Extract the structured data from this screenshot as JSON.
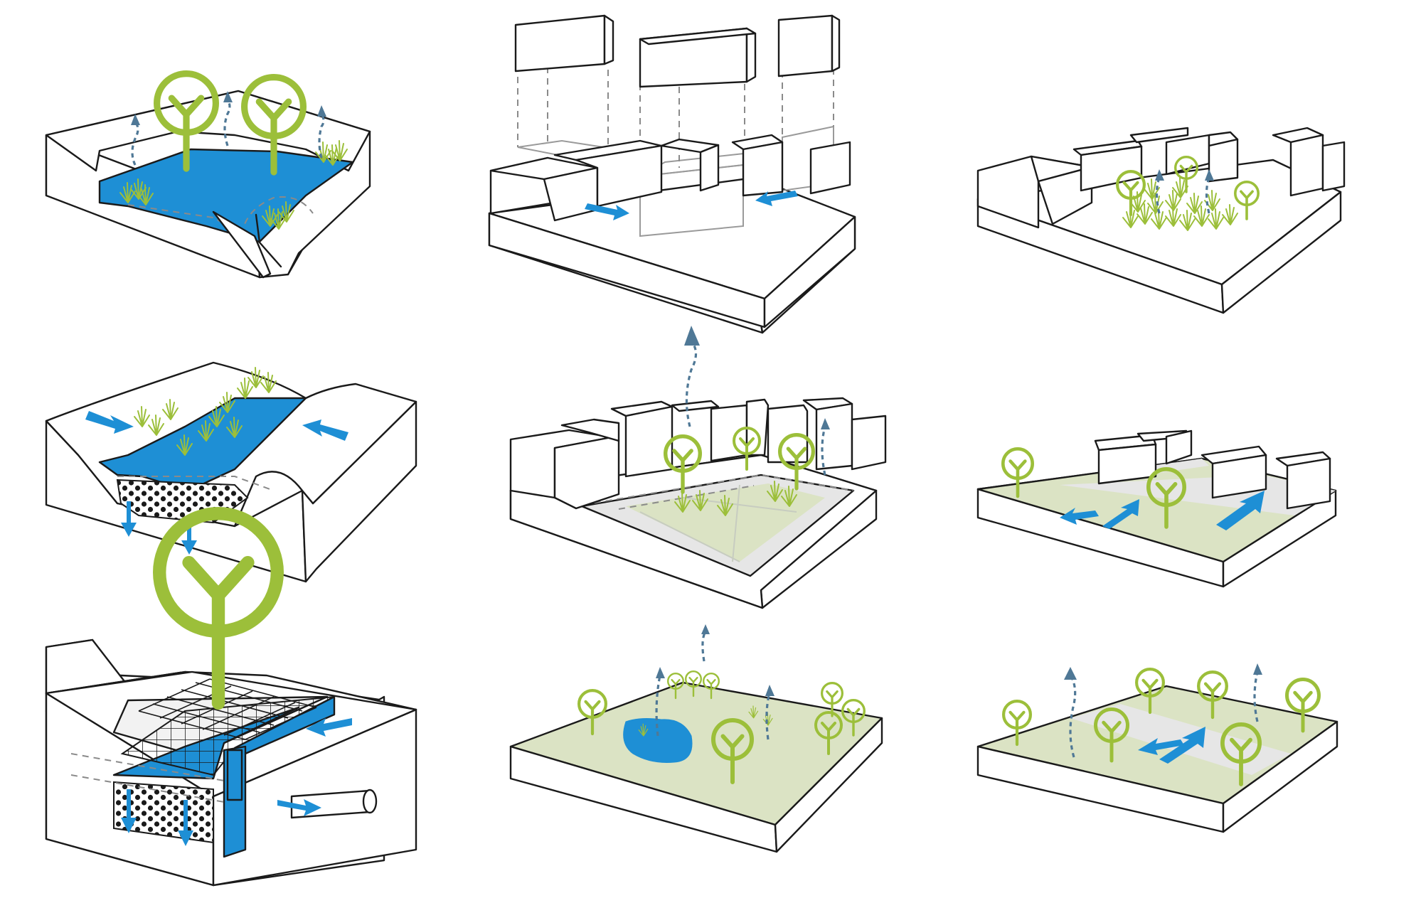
{
  "palette": {
    "water": "#1e8fd5",
    "vegetation": "#9cbf3a",
    "green_space": "#dbe3c4",
    "paving": "#e6e6e6",
    "evaporation_arrow": "#4f7896",
    "outline": "#1a1a1a"
  },
  "panels": [
    {
      "name": "pond-block",
      "icons": [
        "tree-icon",
        "grass-icon",
        "evaporation-arrow-icon"
      ]
    },
    {
      "name": "building-lift-block",
      "icons": [
        "flow-arrow-icon"
      ]
    },
    {
      "name": "courtyard-meadow-block",
      "icons": [
        "tree-icon",
        "grass-icon",
        "evaporation-arrow-icon"
      ]
    },
    {
      "name": "swale-block",
      "icons": [
        "grass-icon",
        "flow-arrow-icon",
        "infiltration-arrow-icon"
      ]
    },
    {
      "name": "green-courtyard-block",
      "icons": [
        "tree-icon",
        "grass-icon",
        "evaporation-arrow-icon"
      ]
    },
    {
      "name": "green-street-block",
      "icons": [
        "tree-icon",
        "flow-arrow-icon"
      ]
    },
    {
      "name": "infiltration-crate-block",
      "icons": [
        "tree-icon",
        "grid-icon",
        "pipe-icon",
        "flow-arrow-icon"
      ]
    },
    {
      "name": "park-pond-block",
      "icons": [
        "tree-icon",
        "grass-icon",
        "evaporation-arrow-icon"
      ]
    },
    {
      "name": "park-road-block",
      "icons": [
        "tree-icon",
        "flow-arrow-icon",
        "evaporation-arrow-icon"
      ]
    }
  ]
}
